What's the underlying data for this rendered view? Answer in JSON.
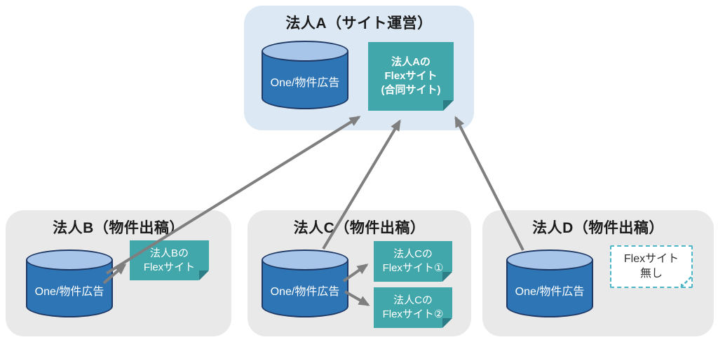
{
  "corp_a": {
    "title": "法人A（サイト運営）",
    "db_label": "One/物件広告",
    "note_line1": "法人Aの",
    "note_line2": "Flexサイト",
    "note_line3": "(合同サイト)"
  },
  "corp_b": {
    "title": "法人B（物件出稿）",
    "db_label": "One/物件広告",
    "note_line1": "法人Bの",
    "note_line2": "Flexサイト"
  },
  "corp_c": {
    "title": "法人C（物件出稿）",
    "db_label": "One/物件広告",
    "note1_line1": "法人Cの",
    "note1_line2": "Flexサイト①",
    "note2_line1": "法人Cの",
    "note2_line2": "Flexサイト②"
  },
  "corp_d": {
    "title": "法人D（物件出稿）",
    "db_label": "One/物件広告",
    "no_site_line1": "Flexサイト",
    "no_site_line2": "無し"
  },
  "colors": {
    "panel_a_bg": "#dce8f3",
    "panel_gray_bg": "#e9e9e9",
    "cylinder_body": "#2e75b6",
    "cylinder_top": "#a6c5e8",
    "cylinder_outline": "#1f3864",
    "note_teal": "#42a7ab",
    "note_fold": "#2c7d85",
    "dashed_border": "#4db6c6",
    "arrow": "#7f7f7f"
  }
}
